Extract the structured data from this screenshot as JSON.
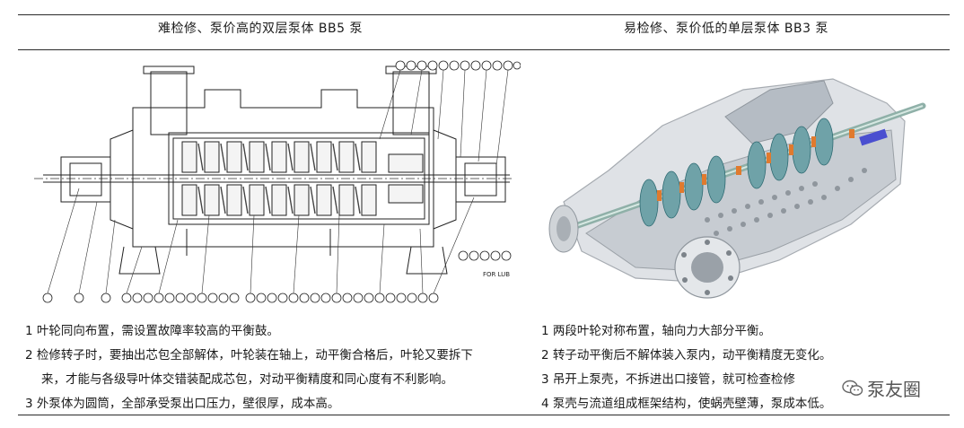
{
  "headers": {
    "left": "难检修、泵价高的双层泵体 BB5 泵",
    "right": "易检修、泵价低的单层泵体 BB3 泵"
  },
  "left_notes": [
    "1 叶轮同向布置，需设置故障率较高的平衡鼓。",
    "2 检修转子时，要抽出芯包全部解体，叶轮装在轴上，动平衡合格后，叶轮又要拆下",
    "来，才能与各级导叶体交错装配成芯包，对动平衡精度和同心度有不利影响。",
    "3 外泵体为圆筒，全部承受泵出口压力，壁很厚，成本高。"
  ],
  "right_notes": [
    "1 两段叶轮对称布置，轴向力大部分平衡。",
    "2 转子动平衡后不解体装入泵内，动平衡精度无变化。",
    "3 吊开上泵壳，不拆进出口接管，就可检查检修",
    "4 泵壳与流道组成框架结构，使蜗壳壁薄，泵成本低。"
  ],
  "drawing_label": "FOR LUB",
  "watermark": "泵友圈",
  "icons": [
    "wechat-icon"
  ]
}
